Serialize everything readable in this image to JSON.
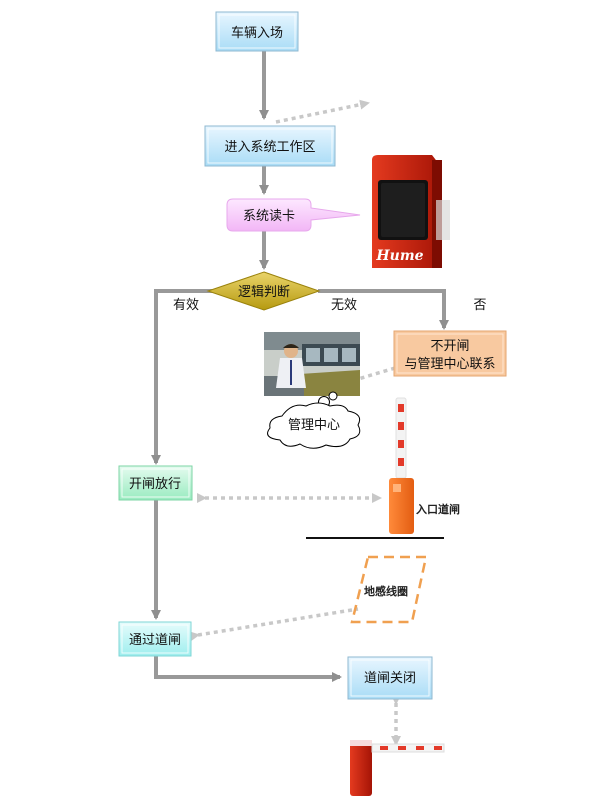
{
  "nodes": {
    "vehicle_entry": "车辆入场",
    "enter_zone": "进入系统工作区",
    "read_card": "系统读卡",
    "logic": "逻辑判断",
    "no_open_line1": "不开闸",
    "no_open_line2": "与管理中心联系",
    "mgmt_center": "管理中心",
    "open_release": "开闸放行",
    "pass_gate": "通过道闸",
    "gate_close": "道闸关闭"
  },
  "edge_labels": {
    "valid": "有效",
    "invalid": "无效",
    "no": "否"
  },
  "device_labels": {
    "entry_gate": "入口道闸",
    "loop_coil": "地感线圈",
    "reader_logo": "Hume"
  }
}
